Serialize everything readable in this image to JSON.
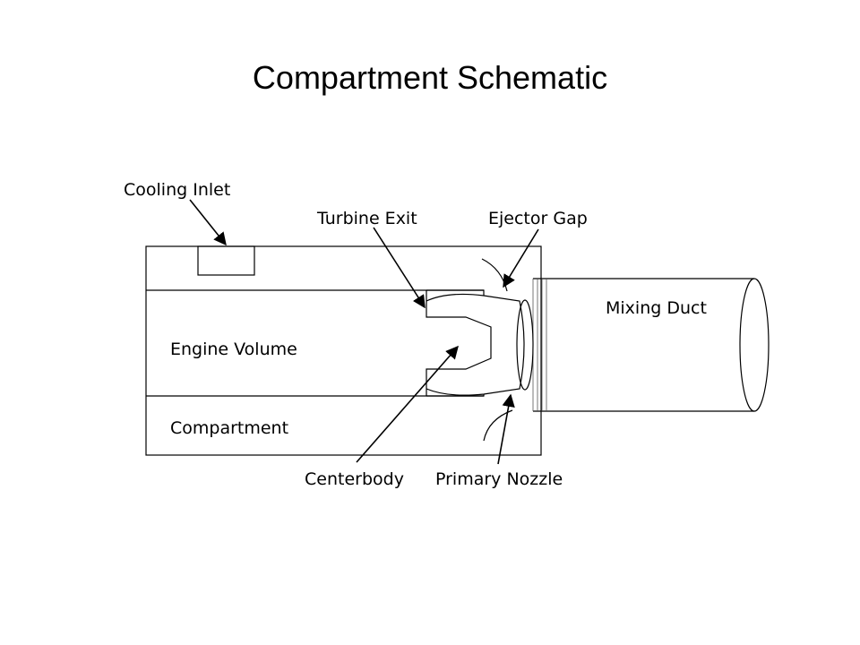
{
  "title": "Compartment Schematic",
  "labels": {
    "cooling_inlet": "Cooling Inlet",
    "turbine_exit": "Turbine Exit",
    "ejector_gap": "Ejector Gap",
    "mixing_duct": "Mixing Duct",
    "engine_volume": "Engine Volume",
    "compartment": "Compartment",
    "centerbody": "Centerbody",
    "primary_nozzle": "Primary Nozzle"
  }
}
